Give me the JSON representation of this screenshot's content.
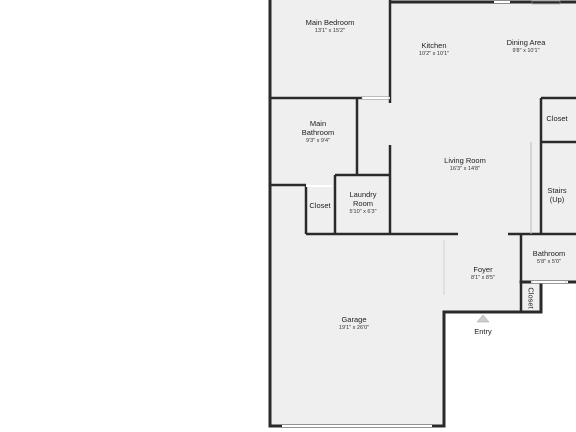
{
  "rooms": {
    "main_bedroom": {
      "name": "Main Bedroom",
      "dims": "13'1\" x 15'2\""
    },
    "kitchen": {
      "name": "Kitchen",
      "dims": "10'2\" x 10'1\""
    },
    "dining_area": {
      "name": "Dining Area",
      "dims": "9'8\" x 10'1\""
    },
    "closet_top_right": {
      "name": "Closet"
    },
    "main_bathroom": {
      "name_line1": "Main",
      "name_line2": "Bathroom",
      "dims": "9'3\" x 9'4\""
    },
    "living_room": {
      "name": "Living Room",
      "dims": "16'3\" x 14'8\""
    },
    "stairs": {
      "name_line1": "Stairs",
      "name_line2": "(Up)"
    },
    "closet_left": {
      "name": "Closet"
    },
    "laundry_room": {
      "name_line1": "Laundry",
      "name_line2": "Room",
      "dims": "5'10\" x 6'3\""
    },
    "bathroom": {
      "name": "Bathroom",
      "dims": "5'8\" x 5'0\""
    },
    "foyer": {
      "name": "Foyer",
      "dims": "8'1\" x 8'5\""
    },
    "closet_foyer": {
      "name": "Closet"
    },
    "garage": {
      "name": "Garage",
      "dims": "19'1\" x 26'0\""
    }
  },
  "entry": {
    "label": "Entry"
  },
  "colors": {
    "floor": "#efefef",
    "wall": "#2a2a2a",
    "window": "#ffffff",
    "background": "#ffffff"
  }
}
